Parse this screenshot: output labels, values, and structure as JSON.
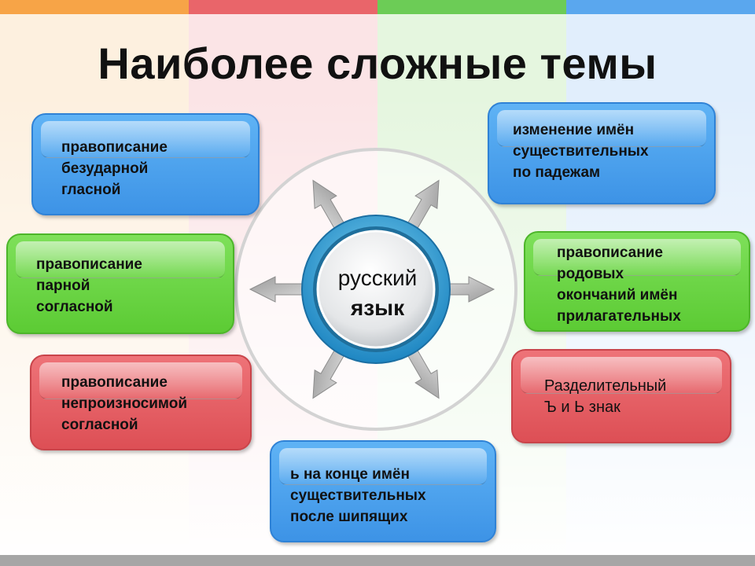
{
  "title": "Наиболее сложные темы",
  "center": {
    "line1": "русский",
    "line2": "язык"
  },
  "topics": {
    "t1": [
      "правописание",
      "безударной",
      "гласной"
    ],
    "t2": [
      "правописание",
      "парной",
      "согласной"
    ],
    "t3": [
      "правописание",
      "непроизносимой",
      "согласной"
    ],
    "t4": [
      "ь на конце имён",
      "существительных",
      "после шипящих"
    ],
    "t5": [
      "изменение имён",
      "существительных",
      "по падежам"
    ],
    "t6": [
      "правописание",
      "родовых",
      "окончаний имён",
      "прилагательных"
    ],
    "t7": [
      "Разделительный",
      "Ъ и Ь знак"
    ]
  },
  "colors": {
    "blue": "#4aa3ef",
    "green": "#66d23f",
    "red": "#e35f64",
    "stripe_orange": "#f7a447",
    "stripe_red": "#e9656a",
    "stripe_green": "#6ccc56",
    "stripe_blue": "#5aa7ee"
  }
}
